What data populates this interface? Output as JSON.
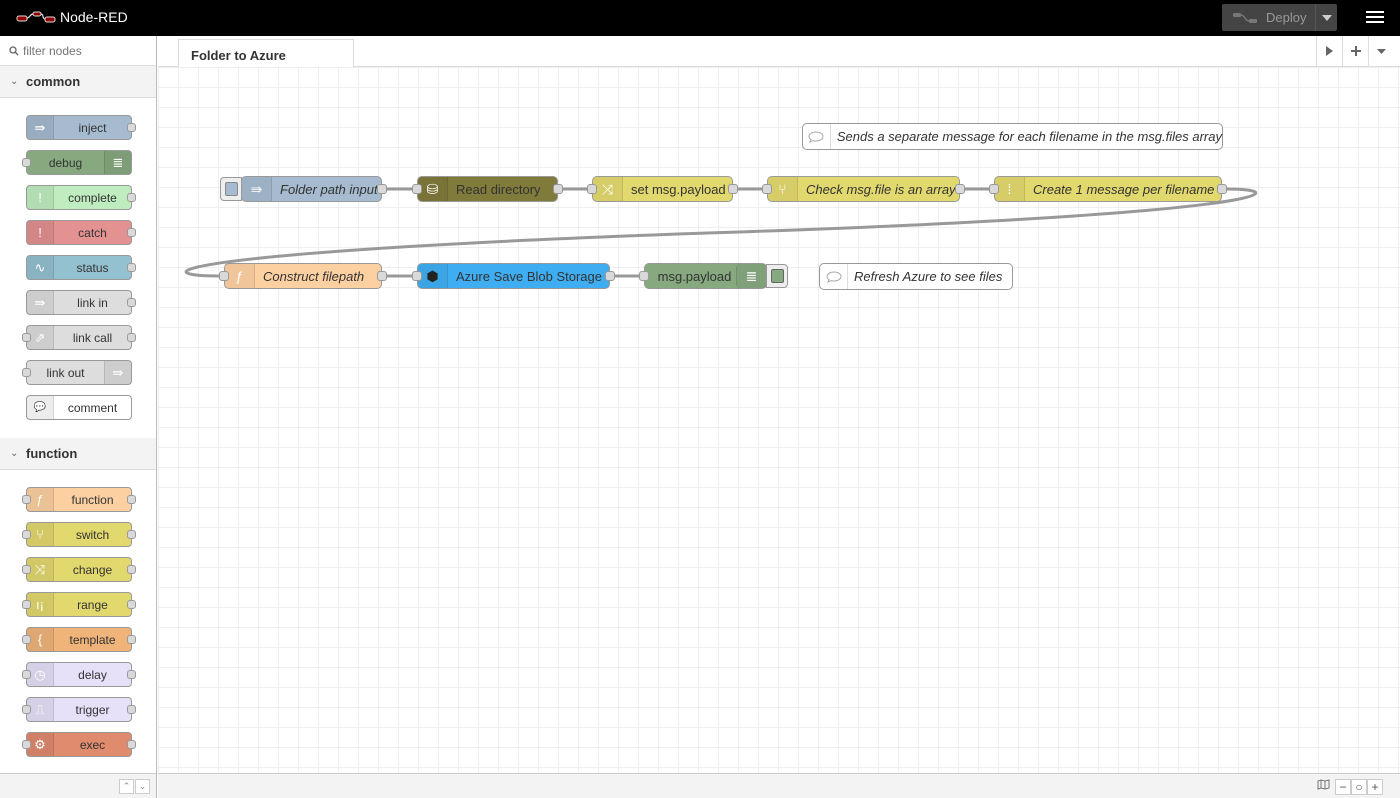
{
  "header": {
    "title": "Node-RED",
    "deploy_label": "Deploy"
  },
  "palette": {
    "search_placeholder": "filter nodes",
    "categories": [
      {
        "title": "common",
        "nodes": [
          {
            "label": "inject",
            "color": "#a6bbcf",
            "icon": "inject-icon",
            "glyph": "⇛",
            "in": false,
            "out": true,
            "icon_right": false
          },
          {
            "label": "debug",
            "color": "#87a980",
            "icon": "debug-icon",
            "glyph": "≣",
            "in": true,
            "out": false,
            "icon_right": true
          },
          {
            "label": "complete",
            "color": "#c0edc0",
            "icon": "complete-icon",
            "glyph": "!",
            "in": false,
            "out": true,
            "icon_right": false
          },
          {
            "label": "catch",
            "color": "#e49191",
            "icon": "catch-icon",
            "glyph": "!",
            "in": false,
            "out": true,
            "icon_right": false
          },
          {
            "label": "status",
            "color": "#94c1d0",
            "icon": "status-icon",
            "glyph": "∿",
            "in": false,
            "out": true,
            "icon_right": false
          },
          {
            "label": "link in",
            "color": "#dddddd",
            "icon": "link-in-icon",
            "glyph": "⇛",
            "in": false,
            "out": true,
            "icon_right": false
          },
          {
            "label": "link call",
            "color": "#dddddd",
            "icon": "link-call-icon",
            "glyph": "⇗",
            "in": true,
            "out": true,
            "icon_right": false
          },
          {
            "label": "link out",
            "color": "#dddddd",
            "icon": "link-out-icon",
            "glyph": "⇛",
            "in": true,
            "out": false,
            "icon_right": true
          },
          {
            "label": "comment",
            "color": "#ffffff",
            "icon": "comment-icon",
            "glyph": "💬",
            "in": false,
            "out": false,
            "icon_right": false
          }
        ]
      },
      {
        "title": "function",
        "nodes": [
          {
            "label": "function",
            "color": "#fdd0a2",
            "icon": "function-icon",
            "glyph": "ƒ",
            "in": true,
            "out": true,
            "icon_right": false
          },
          {
            "label": "switch",
            "color": "#e2d96e",
            "icon": "switch-icon",
            "glyph": "⑂",
            "in": true,
            "out": true,
            "icon_right": false
          },
          {
            "label": "change",
            "color": "#e2d96e",
            "icon": "change-icon",
            "glyph": "⤨",
            "in": true,
            "out": true,
            "icon_right": false
          },
          {
            "label": "range",
            "color": "#e2d96e",
            "icon": "range-icon",
            "glyph": "ı¡",
            "in": true,
            "out": true,
            "icon_right": false
          },
          {
            "label": "template",
            "color": "#f0b47a",
            "icon": "template-icon",
            "glyph": "{",
            "in": true,
            "out": true,
            "icon_right": false
          },
          {
            "label": "delay",
            "color": "#e6e0f8",
            "icon": "delay-icon",
            "glyph": "◷",
            "in": true,
            "out": true,
            "icon_right": false
          },
          {
            "label": "trigger",
            "color": "#e6e0f8",
            "icon": "trigger-icon",
            "glyph": "⎍",
            "in": true,
            "out": true,
            "icon_right": false
          },
          {
            "label": "exec",
            "color": "#e08a6e",
            "icon": "exec-icon",
            "glyph": "⚙",
            "in": true,
            "out": true,
            "icon_right": false
          }
        ]
      }
    ]
  },
  "workspace": {
    "tab_label": "Folder to Azure",
    "flow_nodes": [
      {
        "label": "Folder path input",
        "color": "#a6bbcf",
        "icon": "inject-icon",
        "glyph": "⇛",
        "italic": true,
        "in": false,
        "out": true,
        "button_left": true
      },
      {
        "label": "Read directory",
        "color": "#807a3b",
        "icon": "fs-read-icon",
        "glyph": "⛁",
        "italic": false,
        "in": true,
        "out": true
      },
      {
        "label": "set msg.payload",
        "color": "#e2d96e",
        "icon": "change-icon",
        "glyph": "⤨",
        "italic": false,
        "in": true,
        "out": true
      },
      {
        "label": "Check msg.file is an array",
        "color": "#e2d96e",
        "icon": "switch-icon",
        "glyph": "⑂",
        "italic": true,
        "in": true,
        "out": true
      },
      {
        "label": "Create 1 message per filename",
        "color": "#e2d96e",
        "icon": "split-icon",
        "glyph": "⁞",
        "italic": true,
        "in": true,
        "out": true
      },
      {
        "label": "Construct filepath",
        "color": "#fdd0a2",
        "icon": "function-icon",
        "glyph": "ƒ",
        "italic": true,
        "in": true,
        "out": true
      },
      {
        "label": "Azure Save Blob Storage",
        "color": "#3fadf1",
        "icon": "azure-icon",
        "glyph": "⬢",
        "italic": false,
        "in": true,
        "out": true
      },
      {
        "label": "msg.payload",
        "color": "#87a980",
        "icon": "debug-icon",
        "glyph": "≣",
        "italic": false,
        "in": true,
        "out": false,
        "button_right": true
      }
    ],
    "comments": [
      {
        "label": "Sends a separate message for each filename in the msg.files array"
      },
      {
        "label": "Refresh Azure to see files"
      }
    ]
  }
}
